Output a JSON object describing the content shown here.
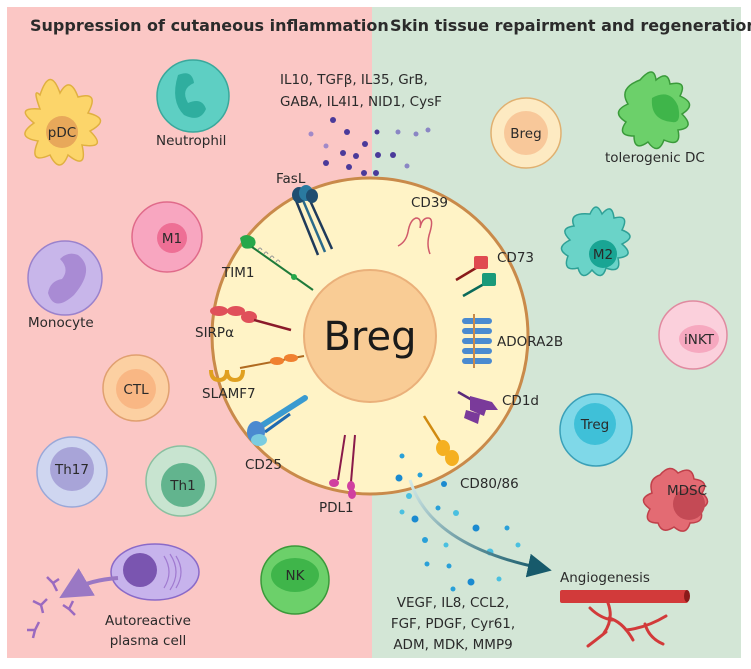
{
  "panels": {
    "left": {
      "title": "Suppression of cutaneous inflammation",
      "color": "#fbc7c5"
    },
    "right": {
      "title": "Skin tissue repairment and regeneration",
      "color": "#d3e6d6"
    }
  },
  "center_cell": {
    "label": "Breg"
  },
  "secreted_factors_top": {
    "line1": "IL10, TGFβ, IL35, GrB,",
    "line2": "GABA, IL4I1, NID1, CysF"
  },
  "secreted_factors_bottom": {
    "line1": "VEGF, IL8, CCL2,",
    "line2": "FGF, PDGF, Cyr61,",
    "line3": "ADM, MDK, MMP9"
  },
  "surface_molecules": {
    "fasl": "FasL",
    "tim1": "TIM1",
    "sirpa": "SIRPα",
    "slamf7": "SLAMF7",
    "cd25": "CD25",
    "pdl1": "PDL1",
    "cd39": "CD39",
    "cd73": "CD73",
    "adora2b": "ADORA2B",
    "cd1d": "CD1d",
    "cd80_86": "CD80/86"
  },
  "left_cells": {
    "pdc": "pDC",
    "neutrophil": "Neutrophil",
    "m1": "M1",
    "monocyte": "Monocyte",
    "ctl": "CTL",
    "th17": "Th17",
    "th1": "Th1",
    "nk": "NK",
    "plasma_line1": "Autoreactive",
    "plasma_line2": "plasma cell"
  },
  "right_cells": {
    "breg": "Breg",
    "tolerogenic_dc": "tolerogenic DC",
    "m2": "M2",
    "inkt": "iNKT",
    "treg": "Treg",
    "mdsc": "MDSC"
  },
  "process": {
    "angiogenesis": "Angiogenesis"
  }
}
